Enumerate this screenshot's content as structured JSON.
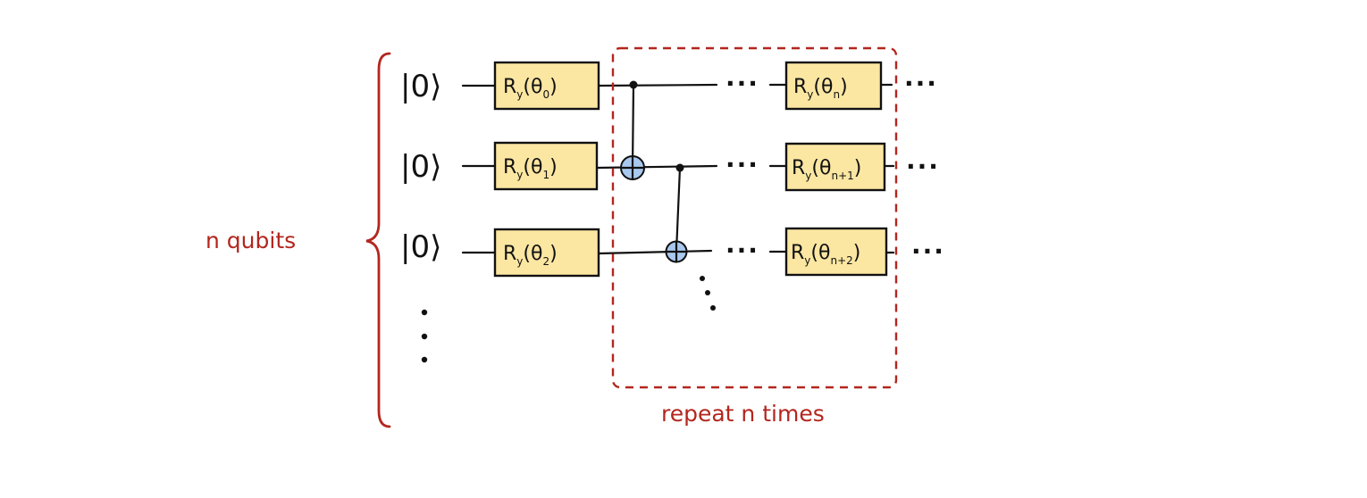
{
  "labels": {
    "qubits": "n qubits",
    "repeat": "repeat n times"
  },
  "kets": [
    "|0⟩",
    "|0⟩",
    "|0⟩"
  ],
  "gates_first": [
    {
      "base": "R",
      "sub": "y",
      "arg": "θ",
      "index": "0"
    },
    {
      "base": "R",
      "sub": "y",
      "arg": "θ",
      "index": "1"
    },
    {
      "base": "R",
      "sub": "y",
      "arg": "θ",
      "index": "2"
    }
  ],
  "gates_repeat": [
    {
      "base": "R",
      "sub": "y",
      "arg": "θ",
      "index": "n"
    },
    {
      "base": "R",
      "sub": "y",
      "arg": "θ",
      "index": "n+1"
    },
    {
      "base": "R",
      "sub": "y",
      "arg": "θ",
      "index": "n+2"
    }
  ],
  "ellipsis": "···",
  "colors": {
    "gate_fill": "#fbe6a2",
    "target_fill": "#a9c8ee",
    "annotation": "#b3261e",
    "ink": "#111111"
  }
}
